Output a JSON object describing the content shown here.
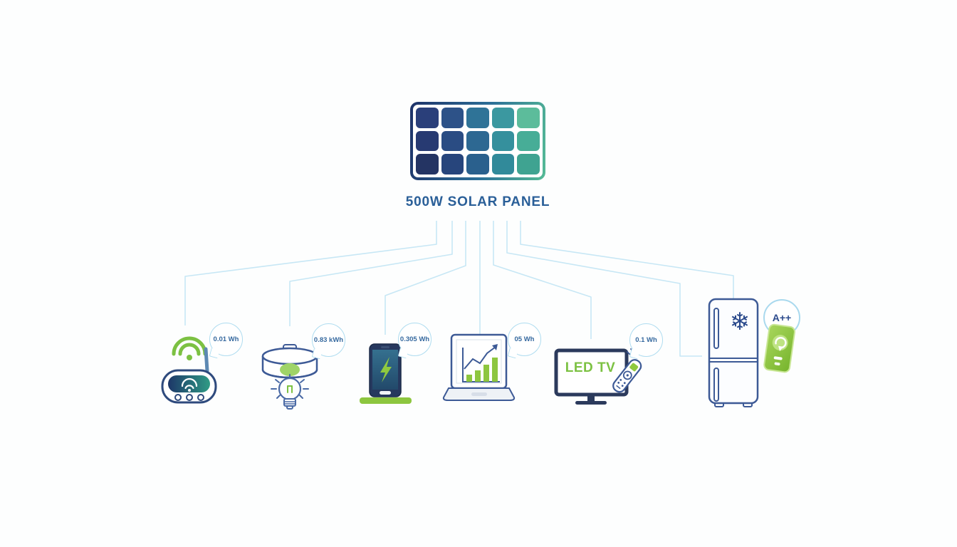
{
  "panel": {
    "label": "500W SOLAR PANEL",
    "rows": 3,
    "cols": 5,
    "cells": [
      "#2a3f7a",
      "#2d5288",
      "#2f7397",
      "#3b98a0",
      "#5cbc9b",
      "#273a72",
      "#2a4c83",
      "#2d6892",
      "#35909d",
      "#47ad97",
      "#243463",
      "#27457c",
      "#2a608d",
      "#318a9a",
      "#3fa391"
    ]
  },
  "devices": [
    {
      "icon": "wifi-router-icon",
      "bubble": "0.01 Wh"
    },
    {
      "icon": "ceiling-light-bulb-icon",
      "bubble": "0.83 kWh"
    },
    {
      "icon": "smartphone-charging-icon",
      "bubble": "0.305 Wh"
    },
    {
      "icon": "laptop-chart-icon",
      "bubble": "05 Wh"
    },
    {
      "icon": "led-tv-icon",
      "bubble": "0.1 Wh",
      "screen_label": "LED TV"
    },
    {
      "icon": "refrigerator-icon",
      "rating": "A++",
      "snowflake_glyph": "❄"
    }
  ],
  "connections": [
    {
      "from": "solar-panel",
      "to": "wifi-router"
    },
    {
      "from": "solar-panel",
      "to": "ceiling-light"
    },
    {
      "from": "solar-panel",
      "to": "smartphone"
    },
    {
      "from": "solar-panel",
      "to": "laptop"
    },
    {
      "from": "solar-panel",
      "to": "led-tv"
    },
    {
      "from": "solar-panel",
      "to": "refrigerator"
    },
    {
      "from": "solar-panel",
      "to": "refrigerator-side"
    }
  ],
  "colors": {
    "line_blue": "#c7e7f5",
    "bubble_border": "#aedcf0",
    "title_blue": "#2a5f98",
    "outline_navy": "#3d5a96",
    "dark_navy": "#2b3a5c",
    "green": "#7cc142"
  }
}
